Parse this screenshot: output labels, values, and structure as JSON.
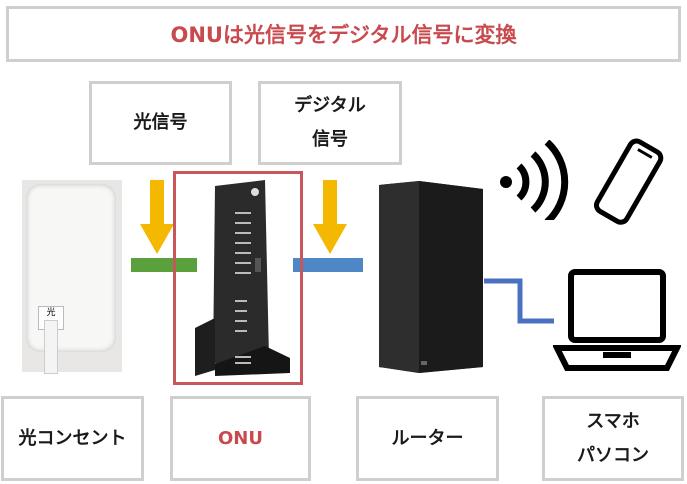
{
  "title": "ONUは光信号をデジタル信号に変換",
  "signals": {
    "optical": "光信号",
    "digital_line1": "デジタル",
    "digital_line2": "信号"
  },
  "devices": {
    "outlet": "光コンセント",
    "onu": "ONU",
    "router": "ルーター",
    "smartphone_line1": "スマホ",
    "smartphone_line2": "パソコン"
  },
  "outlet_port_label": "光",
  "colors": {
    "accent_red": "#c84a4e",
    "arrow": "#f5b800",
    "optical_line": "#5aa03c",
    "digital_line": "#4f86c6",
    "lan_line": "#4a70c0"
  }
}
